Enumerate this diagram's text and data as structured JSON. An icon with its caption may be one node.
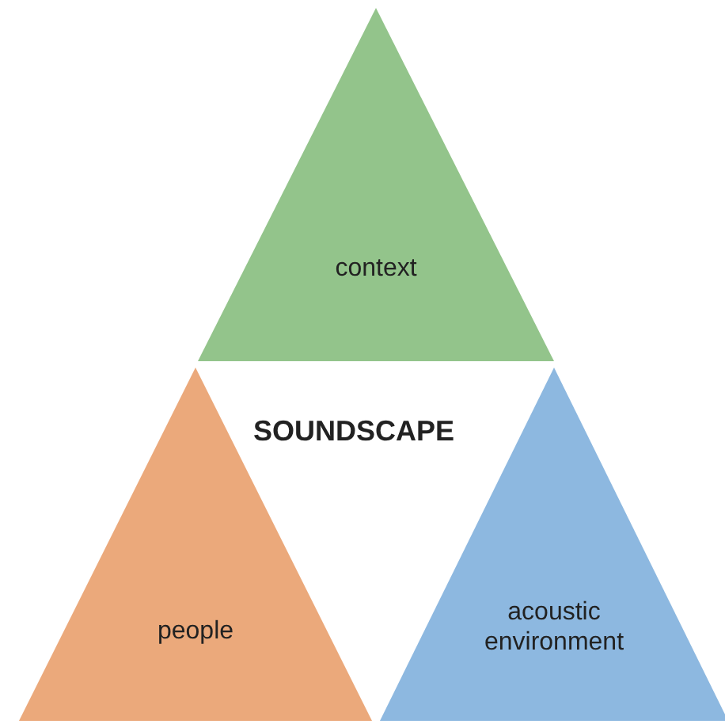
{
  "diagram": {
    "nodes": [
      {
        "text": [
          "context"
        ]
      },
      {
        "text": [
          "people"
        ]
      },
      {
        "text": [
          "acoustic environment"
        ]
      }
    ],
    "labels": [
      "SOUNDSCAPE"
    ]
  }
}
